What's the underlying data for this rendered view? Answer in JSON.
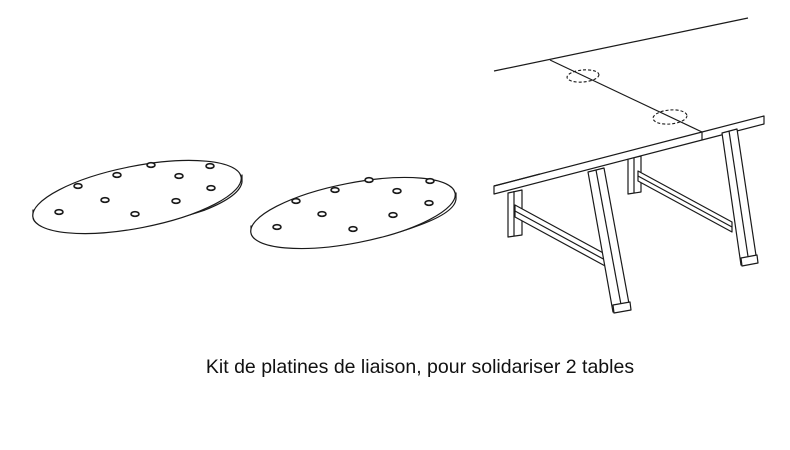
{
  "caption": "Kit de platines de liaison, pour solidariser 2 tables",
  "illustration": {
    "plates": [
      {
        "name": "plate-left",
        "holes": 10
      },
      {
        "name": "plate-right",
        "holes": 10
      }
    ],
    "table": {
      "name": "two-joined-tables",
      "connection_markers": 2
    }
  },
  "colors": {
    "line": "#1a1a1a",
    "background": "#ffffff",
    "text": "#111111"
  }
}
